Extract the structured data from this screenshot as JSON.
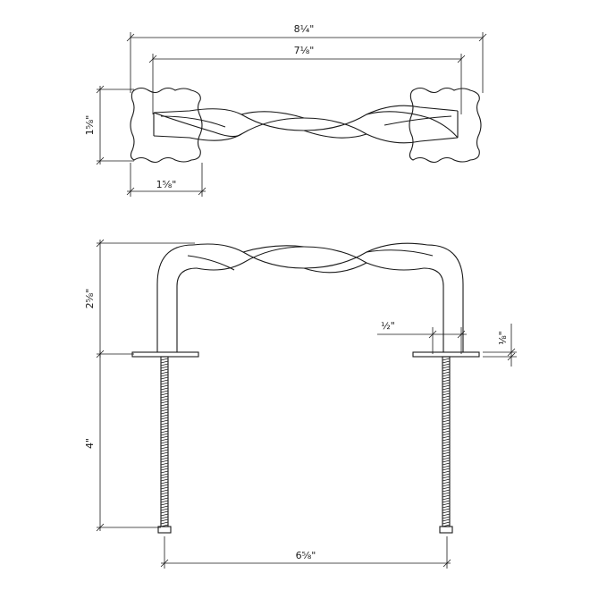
{
  "drawing": {
    "top_view": {
      "overall_length": "8¼\"",
      "center_to_center": "7⅛\"",
      "height": "1⅝\"",
      "plate_width": "1⅝\""
    },
    "side_view": {
      "projection": "2⅝\"",
      "bolt_length": "4\"",
      "bolt_spacing": "6⅝\"",
      "leg_diameter": "½\"",
      "plate_thickness": "⅛\""
    }
  }
}
